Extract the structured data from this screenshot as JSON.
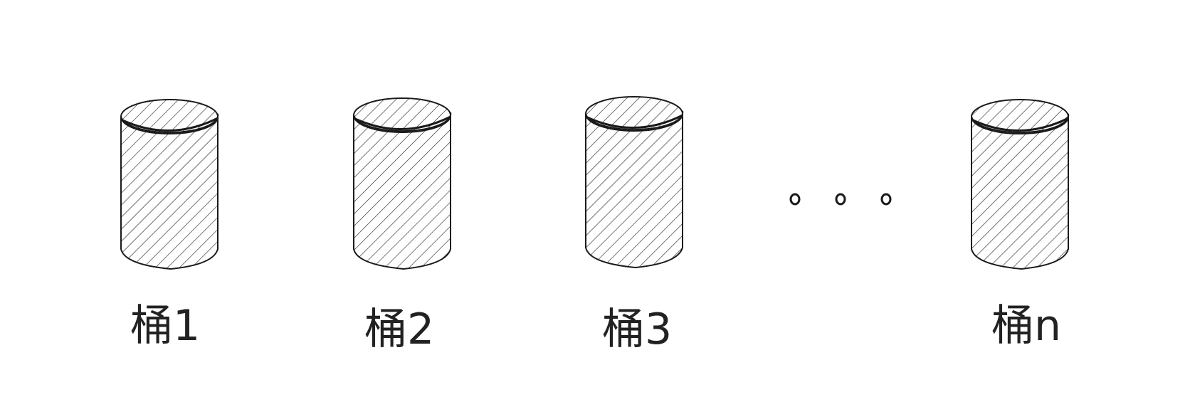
{
  "buckets": [
    {
      "label": "桶1"
    },
    {
      "label": "桶2"
    },
    {
      "label": "桶3"
    },
    {
      "label": "桶n"
    }
  ],
  "ellipsis_dot_count": 3,
  "colors": {
    "stroke": "#1a1a1a",
    "hatch": "#2a2a2a",
    "text": "#222222",
    "background": "#ffffff"
  }
}
